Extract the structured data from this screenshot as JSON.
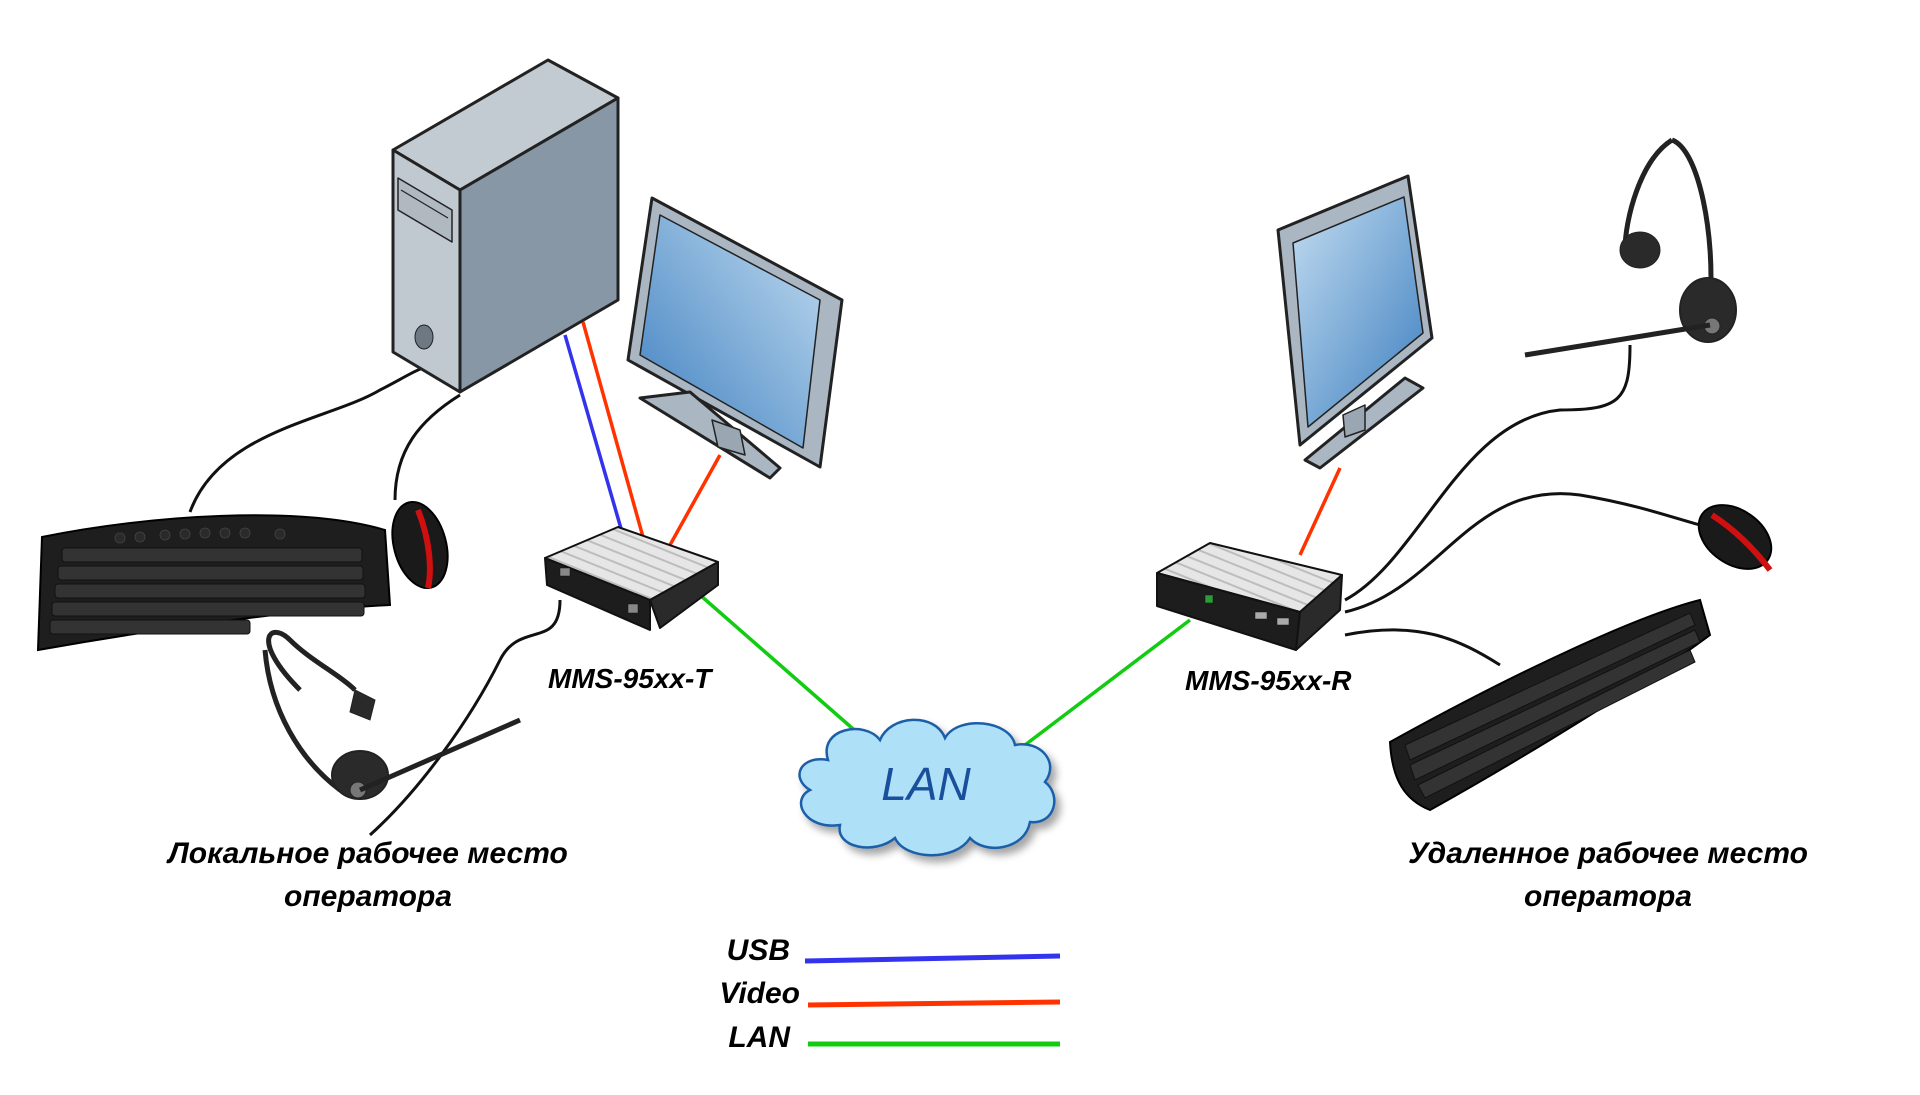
{
  "colors": {
    "usb": "#3333ee",
    "video": "#ff3300",
    "lan": "#11cc11",
    "cloud_fill": "#aee0f8",
    "cloud_stroke": "#1f5fa8",
    "cloud_text": "#1a4f9c",
    "cable": "#111111"
  },
  "devices": {
    "transmitter": {
      "label": "MMS-95xx-T"
    },
    "receiver": {
      "label": "MMS-95xx-R"
    }
  },
  "network": {
    "cloud_label": "LAN"
  },
  "workstations": {
    "local": {
      "line1": "Локальное рабочее место",
      "line2": "оператора"
    },
    "remote": {
      "line1": "Удаленное рабочее место",
      "line2": "оператора"
    }
  },
  "legend": {
    "items": [
      {
        "key": "usb",
        "label": "USB"
      },
      {
        "key": "video",
        "label": "Video"
      },
      {
        "key": "lan",
        "label": "LAN"
      }
    ]
  },
  "icons": {
    "local": [
      "pc-tower-icon",
      "monitor-icon",
      "keyboard-icon",
      "mouse-icon",
      "headset-icon"
    ],
    "remote": [
      "monitor-icon",
      "keyboard-icon",
      "mouse-icon",
      "headset-icon"
    ]
  }
}
